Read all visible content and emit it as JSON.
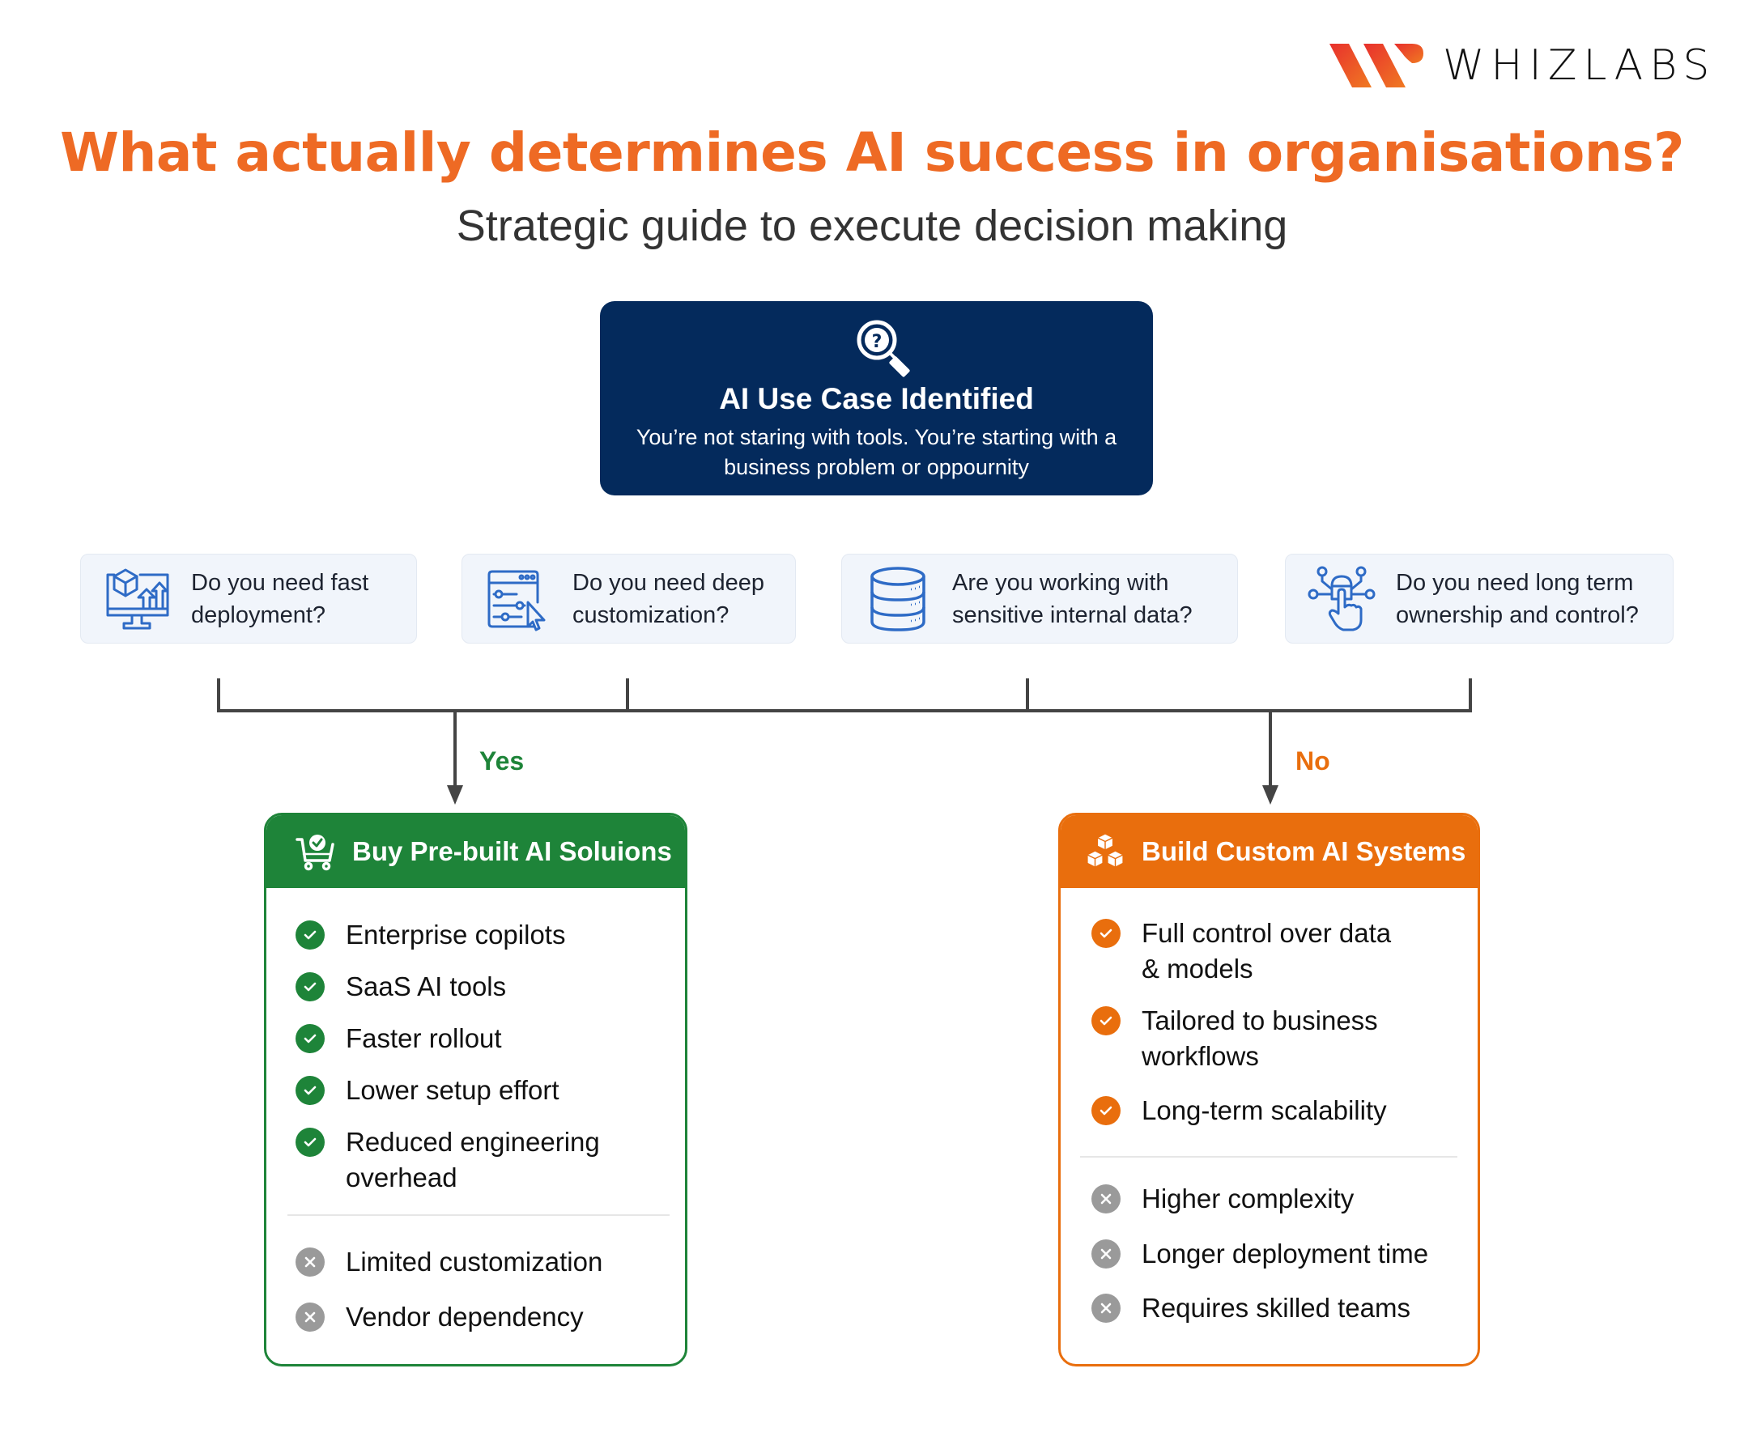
{
  "brand": {
    "name": "WHIZLABS",
    "logo_icon": "whizlabs-w-logo",
    "logo_gradient": [
      "#E8302D",
      "#F07A22"
    ]
  },
  "header": {
    "title": "What actually determines AI success in organisations?",
    "subtitle": "Strategic guide to execute decision making"
  },
  "colors": {
    "title": "#EE6A24",
    "navy": "#042A5C",
    "green": "#1E8439",
    "orange": "#E96E0D",
    "gray_bullet": "#9A9A9A",
    "icon_blue": "#2E6BC6",
    "card_bg": "#F1F5FB",
    "connector": "#444444"
  },
  "start_node": {
    "icon": "magnifier-question-icon",
    "title": "AI Use Case Identified",
    "description": "You’re not staring with tools. You’re starting with a business problem or oppournity"
  },
  "questions": [
    {
      "icon": "monitor-deploy-icon",
      "text": "Do you need fast deployment?"
    },
    {
      "icon": "settings-sliders-cursor-icon",
      "text": "Do you need deep customization?"
    },
    {
      "icon": "database-icon",
      "text": "Are you working with sensitive internal data?"
    },
    {
      "icon": "network-touch-control-icon",
      "text": "Do you need long term ownership and control?"
    }
  ],
  "branches": {
    "yes_label": "Yes",
    "no_label": "No"
  },
  "options": {
    "buy": {
      "icon": "cart-check-icon",
      "title": "Buy Pre-built AI Soluions",
      "pros": [
        "Enterprise copilots",
        "SaaS AI tools",
        "Faster rollout",
        "Lower setup effort",
        "Reduced engineering overhead"
      ],
      "cons": [
        "Limited customization",
        "Vendor dependency"
      ]
    },
    "build": {
      "icon": "stacked-cubes-icon",
      "title": "Build Custom AI Systems",
      "pros": [
        "Full control over data & models",
        "Tailored to business workflows",
        "Long-term scalability"
      ],
      "cons": [
        "Higher complexity",
        "Longer deployment time",
        "Requires skilled teams"
      ]
    }
  }
}
